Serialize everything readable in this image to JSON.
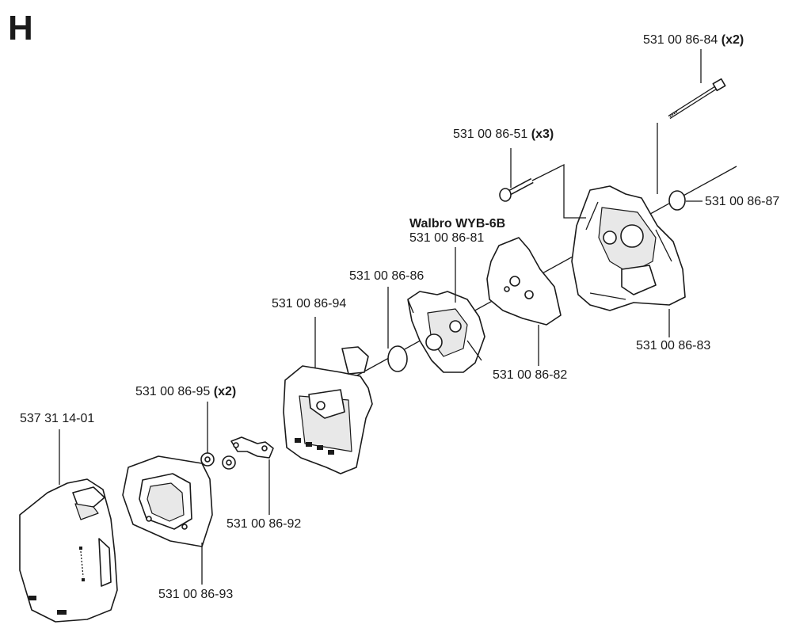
{
  "section_letter": "H",
  "carburetor_model": "Walbro WYB-6B",
  "parts": [
    {
      "id": "p84",
      "number": "531 00 86-84",
      "qty": "(x2)"
    },
    {
      "id": "p51",
      "number": "531 00 86-51",
      "qty": "(x3)"
    },
    {
      "id": "p87",
      "number": "531 00 86-87",
      "qty": ""
    },
    {
      "id": "p81",
      "number": "531 00 86-81",
      "qty": ""
    },
    {
      "id": "p86",
      "number": "531 00 86-86",
      "qty": ""
    },
    {
      "id": "p94",
      "number": "531 00 86-94",
      "qty": ""
    },
    {
      "id": "p83",
      "number": "531 00 86-83",
      "qty": ""
    },
    {
      "id": "p82",
      "number": "531 00 86-82",
      "qty": ""
    },
    {
      "id": "p95",
      "number": "531 00 86-95",
      "qty": "(x2)"
    },
    {
      "id": "p01",
      "number": "537 31 14-01",
      "qty": ""
    },
    {
      "id": "p92",
      "number": "531 00 86-92",
      "qty": ""
    },
    {
      "id": "p93",
      "number": "531 00 86-93",
      "qty": ""
    }
  ]
}
